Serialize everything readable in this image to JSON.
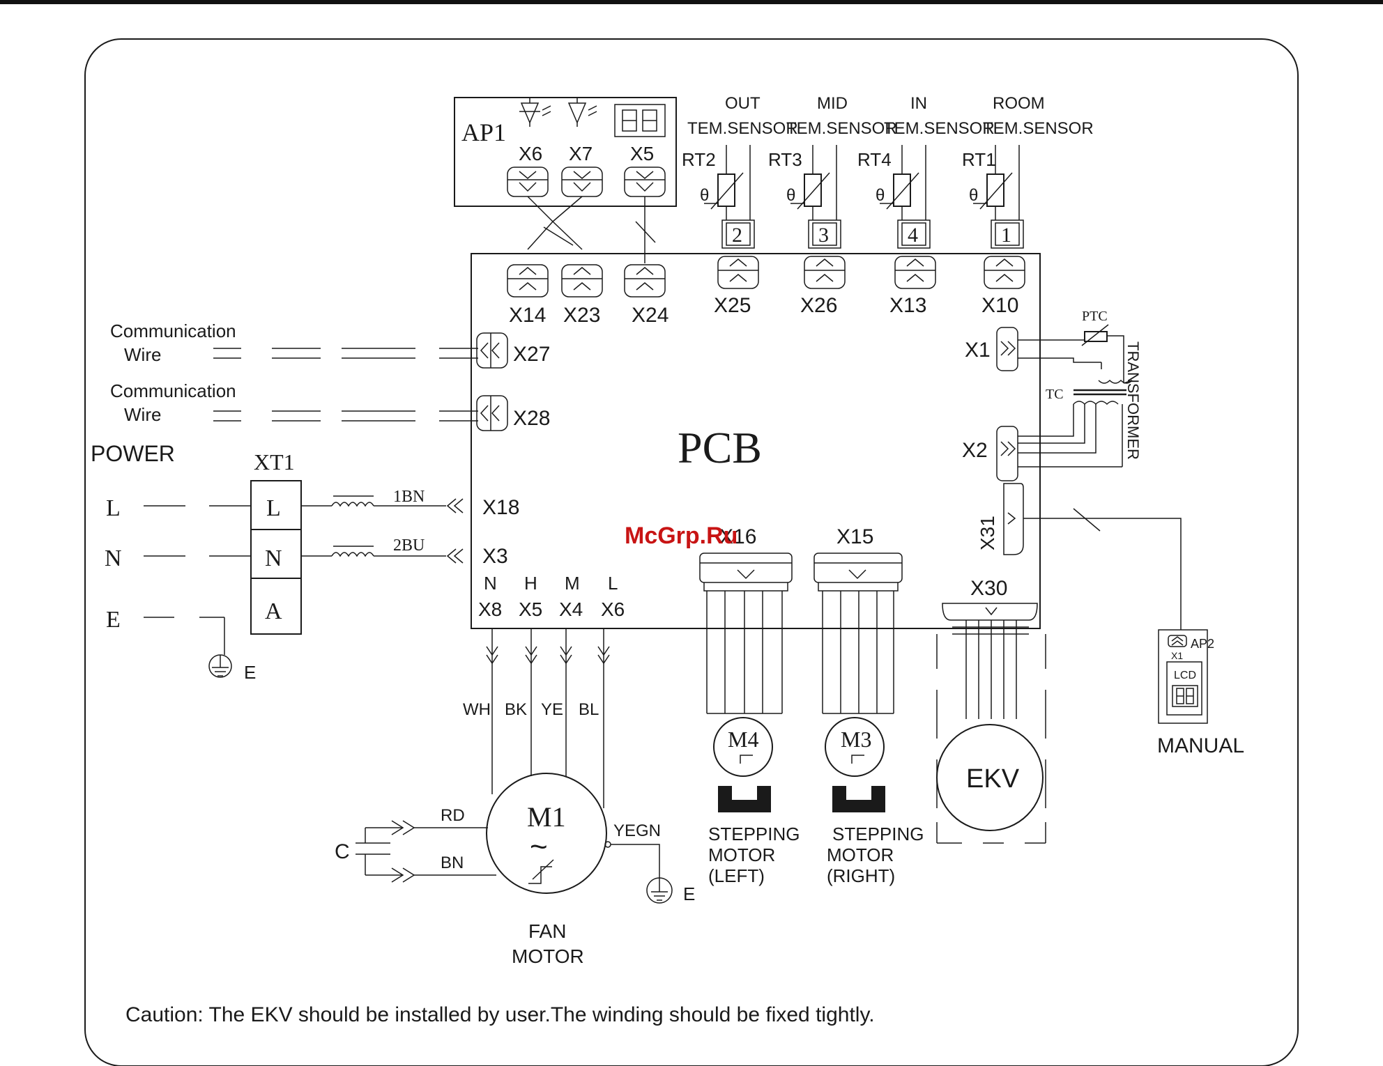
{
  "pcb": {
    "label": "PCB"
  },
  "ap1": {
    "label": "AP1",
    "connectors": [
      "X6",
      "X7",
      "X5"
    ]
  },
  "sensors": [
    {
      "title1": "OUT",
      "title2": "TEM.SENSOR",
      "rt": "RT2",
      "pin": "2",
      "connector": "X25"
    },
    {
      "title1": "MID",
      "title2": "TEM.SENSOR",
      "rt": "RT3",
      "pin": "3",
      "connector": "X26"
    },
    {
      "title1": "IN",
      "title2": "TEM.SENSOR",
      "rt": "RT4",
      "pin": "4",
      "connector": "X13"
    },
    {
      "title1": "ROOM",
      "title2": "TEM.SENSOR",
      "rt": "RT1",
      "pin": "1",
      "connector": "X10"
    }
  ],
  "theta": "θ",
  "pcb_top_connectors": [
    "X14",
    "X23",
    "X24"
  ],
  "communication": [
    {
      "line1": "Communication",
      "line2": "Wire",
      "connector": "X27"
    },
    {
      "line1": "Communication",
      "line2": "Wire",
      "connector": "X28"
    }
  ],
  "power": {
    "label": "POWER",
    "terminal_block": "XT1",
    "lines": [
      "L",
      "N",
      "E"
    ],
    "terminals": [
      "L",
      "N",
      "A"
    ],
    "wire1": "1BN",
    "wire2": "2BU",
    "conn1": "X18",
    "conn2": "X3",
    "earth": "E"
  },
  "fan_outputs": {
    "speeds": [
      "N",
      "H",
      "M",
      "L"
    ],
    "connectors": [
      "X8",
      "X5",
      "X4",
      "X6"
    ],
    "wires": [
      "WH",
      "BK",
      "YE",
      "BL"
    ]
  },
  "fan_motor": {
    "symbol": "M1",
    "tilde": "~",
    "cap": "C",
    "rd": "RD",
    "bn": "BN",
    "earth_wire": "YEGN",
    "earth": "E",
    "line1": "FAN",
    "line2": "MOTOR"
  },
  "stepping": [
    {
      "connector": "X16",
      "motor": "M4",
      "line1": "STEPPING",
      "line2": "MOTOR",
      "line3": "(LEFT)"
    },
    {
      "connector": "X15",
      "motor": "M3",
      "line1": "STEPPING",
      "line2": "MOTOR",
      "line3": "(RIGHT)"
    }
  ],
  "ekv": {
    "connector": "X30",
    "label": "EKV"
  },
  "transformer": {
    "label": "TRANSFORMER",
    "ptc": "PTC",
    "tc": "TC",
    "x1": "X1",
    "x2": "X2"
  },
  "manual": {
    "connector": "X31",
    "ap2": "AP2",
    "x1": "X1",
    "lcd": "LCD",
    "label": "MANUAL"
  },
  "caution": "Caution: The EKV should be installed by user.The winding should be fixed tightly.",
  "watermark": "McGrp.Ru"
}
